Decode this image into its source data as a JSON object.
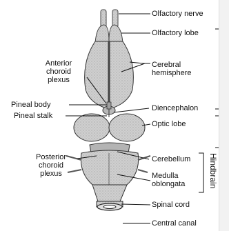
{
  "labels": {
    "olfactory_nerve": "Olfactory nerve",
    "olfactory_lobe": "Olfactory lobe",
    "cerebral_hemisphere": [
      "Cerebral",
      "hemisphere"
    ],
    "anterior_choroid_plexus": [
      "Anterior",
      "choroid",
      "plexus"
    ],
    "pineal_body": "Pineal body",
    "pineal_stalk": "Pineal stalk",
    "diencephalon": "Diencephalon",
    "optic_lobe": "Optic lobe",
    "posterior_choroid_plexus": [
      "Posterior",
      "choroid",
      "plexus"
    ],
    "cerebellum": "Cerebellum",
    "medulla_oblongata": [
      "Medulla",
      "oblongata"
    ],
    "spinal_cord": "Spinal cord",
    "central_canal": "Central canal"
  },
  "brackets": {
    "hindbrain": "Hindbrain"
  },
  "colors": {
    "tissue": "#c9c9c9",
    "tissue_dark": "#8a8a8a",
    "outline": "#333333",
    "leader": "#111111"
  }
}
